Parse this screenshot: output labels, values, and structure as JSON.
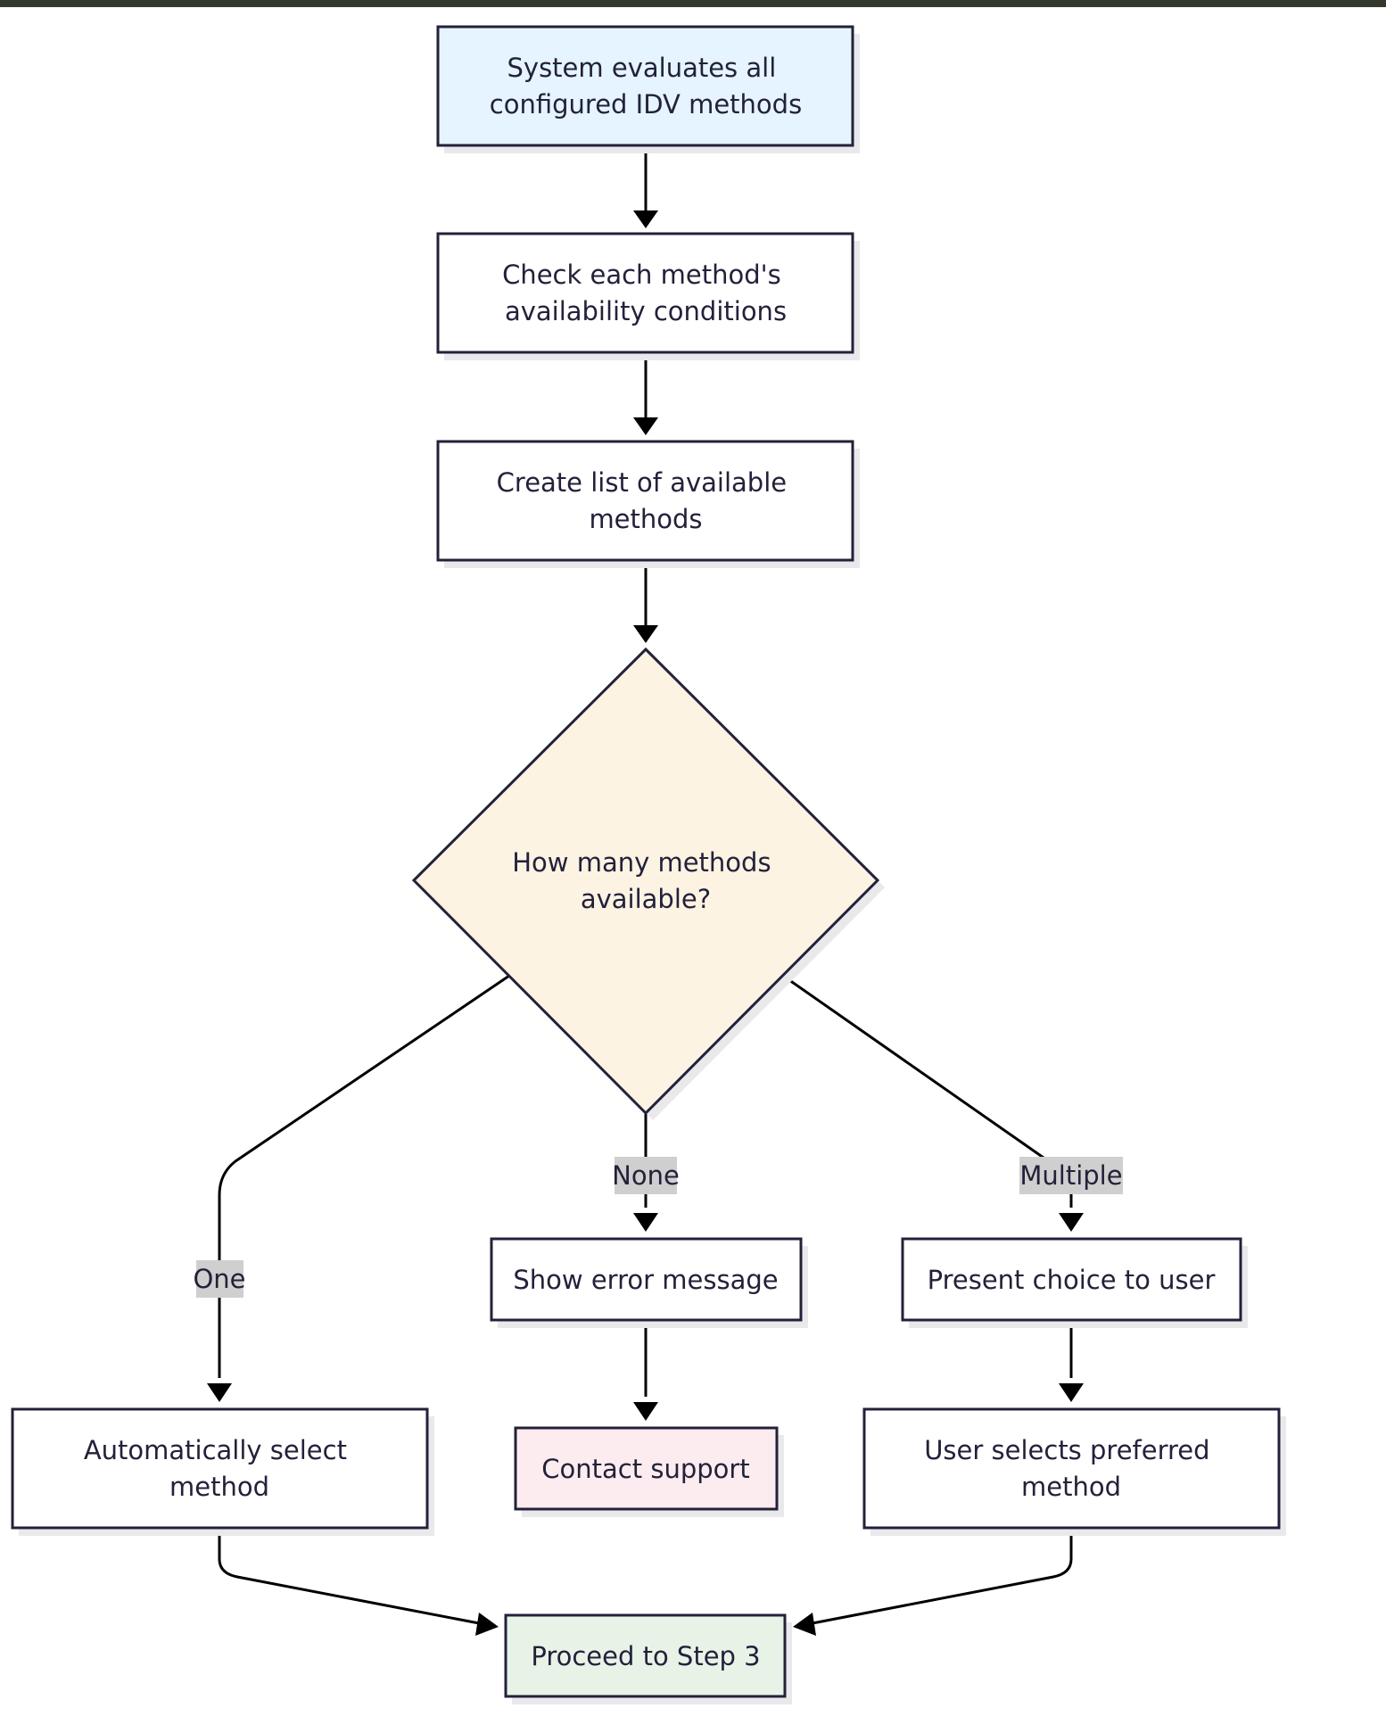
{
  "diagram": {
    "nodes": {
      "evaluate": {
        "lines": [
          "System evaluates all",
          "configured IDV methods"
        ],
        "fill": "#e5f4fe"
      },
      "check": {
        "lines": [
          "Check each method's",
          "availability conditions"
        ],
        "fill": "#ffffff"
      },
      "create": {
        "lines": [
          "Create list of available",
          "methods"
        ],
        "fill": "#ffffff"
      },
      "decision": {
        "lines": [
          "How many methods",
          "available?"
        ],
        "fill": "#fcf3e3"
      },
      "error": {
        "lines": [
          "Show error message"
        ],
        "fill": "#ffffff"
      },
      "present": {
        "lines": [
          "Present choice to user"
        ],
        "fill": "#ffffff"
      },
      "auto": {
        "lines": [
          "Automatically select",
          "method"
        ],
        "fill": "#ffffff"
      },
      "support": {
        "lines": [
          "Contact support"
        ],
        "fill": "#fdecef"
      },
      "userselect": {
        "lines": [
          "User selects preferred",
          "method"
        ],
        "fill": "#ffffff"
      },
      "proceed": {
        "lines": [
          "Proceed to Step 3"
        ],
        "fill": "#e8f3e8"
      }
    },
    "edge_labels": {
      "one": "One",
      "none": "None",
      "multiple": "Multiple"
    }
  }
}
